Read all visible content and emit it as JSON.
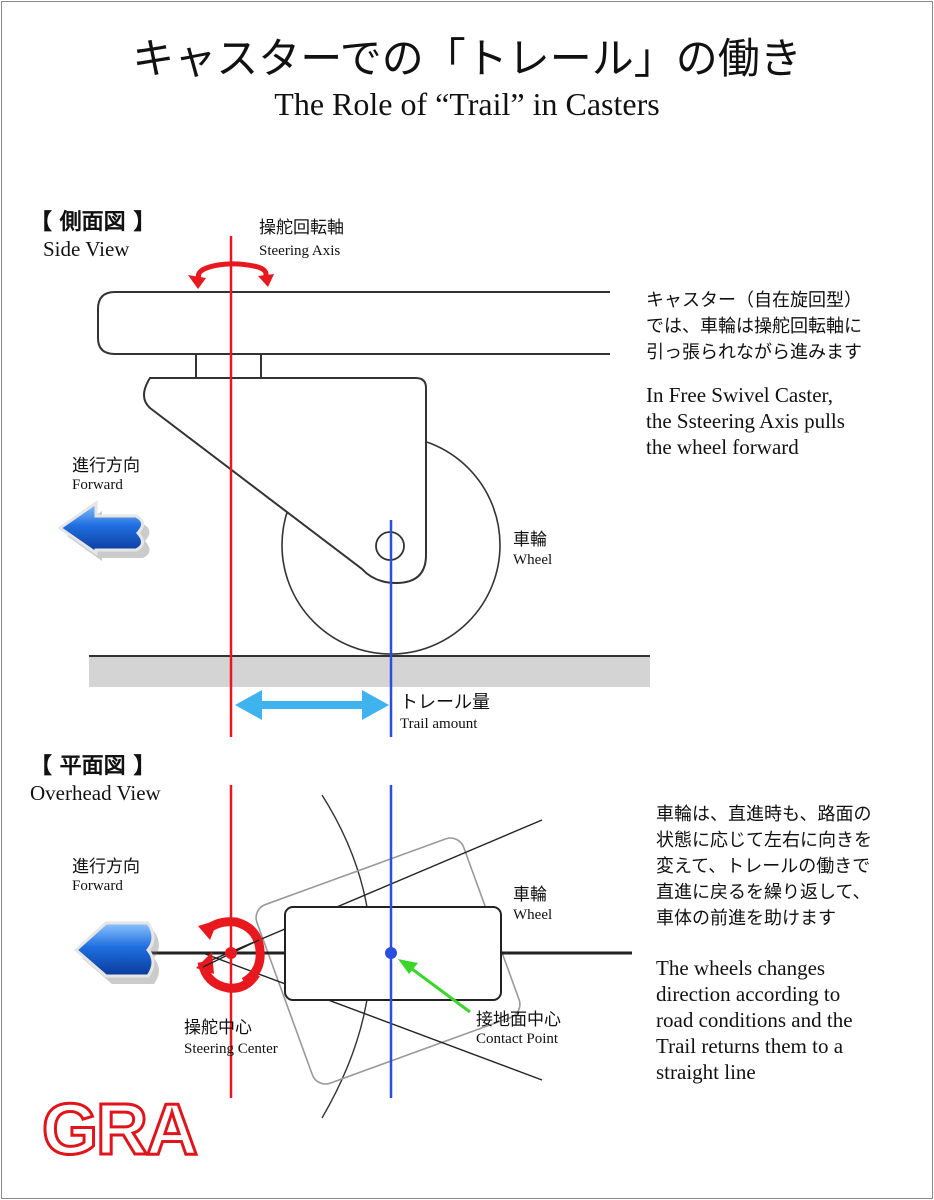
{
  "title_jp": "キャスターでの「トレール」の働き",
  "title_en": "The Role of “Trail” in Casters",
  "side": {
    "heading_jp": "【 側面図 】",
    "heading_en": "Side View",
    "axis_jp": "操舵回転軸",
    "axis_en": "Steering Axis",
    "forward_jp": "進行方向",
    "forward_en": "Forward",
    "wheel_jp": "車輪",
    "wheel_en": "Wheel",
    "trail_jp": "トレール量",
    "trail_en": "Trail amount",
    "desc_jp": [
      "キャスター（自在旋回型）",
      "では、車輪は操舵回転軸に",
      "引っ張られながら進みます"
    ],
    "desc_en": [
      "In Free Swivel Caster,",
      "the Ssteering Axis pulls",
      "the wheel forward"
    ]
  },
  "overhead": {
    "heading_jp": "【 平面図 】",
    "heading_en": "Overhead View",
    "forward_jp": "進行方向",
    "forward_en": "Forward",
    "wheel_jp": "車輪",
    "wheel_en": "Wheel",
    "steer_jp": "操舵中心",
    "steer_en": "Steering Center",
    "contact_jp": "接地面中心",
    "contact_en": "Contact Point",
    "desc_jp": [
      "車輪は、直進時も、路面の",
      "状態に応じて左右に向きを",
      "変えて、トレールの働きで",
      "直進に戻るを繰り返して、",
      "車体の前進を助けます"
    ],
    "desc_en": [
      "The wheels changes",
      "direction according to",
      "road conditions and the",
      "Trail returns them to a",
      "straight line"
    ]
  },
  "logo": "GRA",
  "colors": {
    "steering_axis": "#e8181f",
    "wheel_axis": "#2a4fe0",
    "trail_arrow": "#3fb3f0",
    "forward_arrow": "#1f6fe0",
    "contact_arrow": "#3ad62a",
    "ground": "#d4d4d4",
    "logo": "#e0141b"
  }
}
